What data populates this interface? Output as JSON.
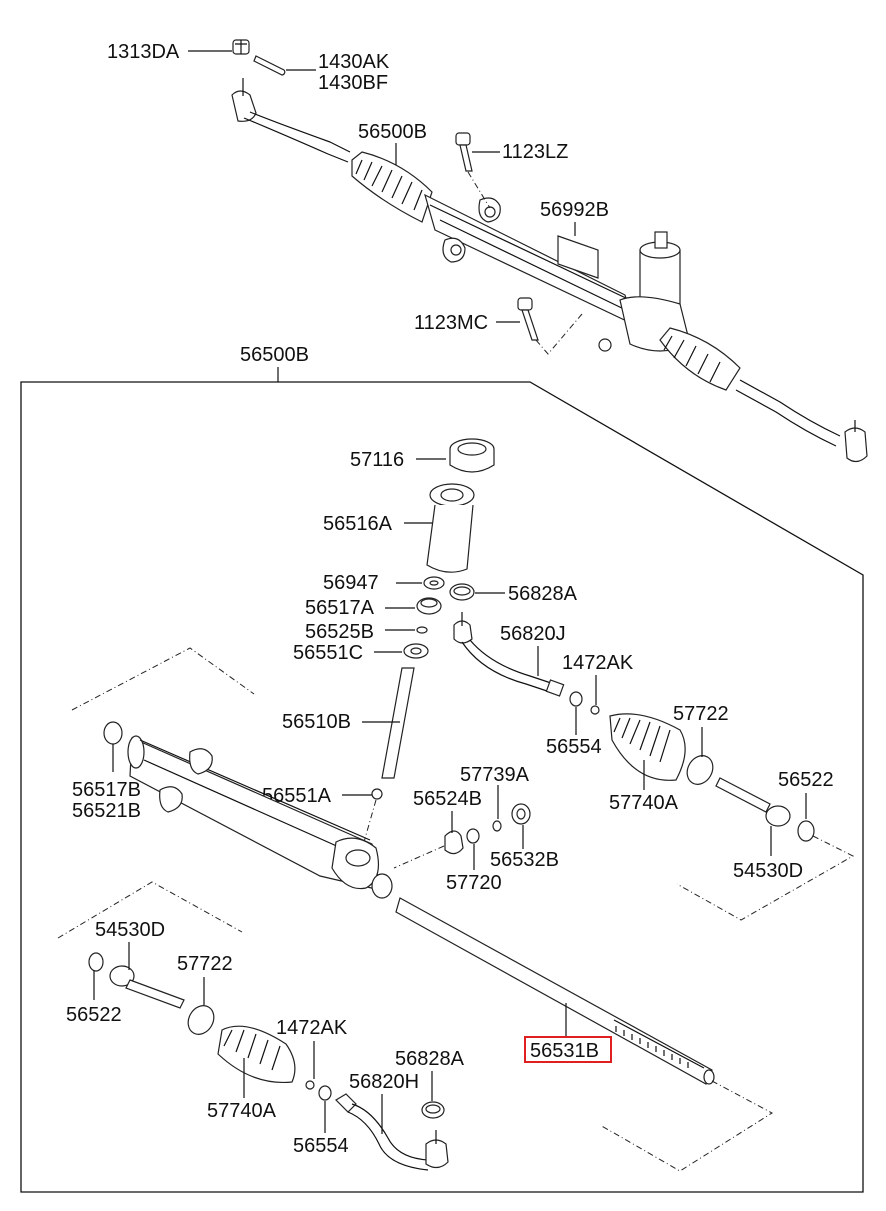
{
  "diagram": {
    "title": "Steering Gear Box (Rack & Pinion) Exploded View",
    "highlight_color": "#e02020",
    "highlighted_part": "56531B",
    "assembly_label": "56500B",
    "labels": {
      "l1313DA": "1313DA",
      "l1430AK": "1430AK",
      "l1430BF": "1430BF",
      "l56500B_top": "56500B",
      "l1123LZ": "1123LZ",
      "l56992B": "56992B",
      "l1123MC": "1123MC",
      "l56500B_frame": "56500B",
      "l57116": "57116",
      "l56516A": "56516A",
      "l56947": "56947",
      "l56828A_r": "56828A",
      "l56517A": "56517A",
      "l56525B": "56525B",
      "l56820J": "56820J",
      "l56551C": "56551C",
      "l1472AK_r": "1472AK",
      "l56510B": "56510B",
      "l57722_r": "57722",
      "l56554_r": "56554",
      "l57739A": "57739A",
      "l56517B": "56517B",
      "l56521B": "56521B",
      "l56551A": "56551A",
      "l56524B": "56524B",
      "l56522_r": "56522",
      "l57740A_r": "57740A",
      "l56532B": "56532B",
      "l57720": "57720",
      "l54530D_r": "54530D",
      "l54530D_l": "54530D",
      "l57722_l": "57722",
      "l56522_l": "56522",
      "l1472AK_l": "1472AK",
      "l56531B": "56531B",
      "l56828A_l": "56828A",
      "l56820H": "56820H",
      "l57740A_l": "57740A",
      "l56554_l": "56554"
    }
  }
}
